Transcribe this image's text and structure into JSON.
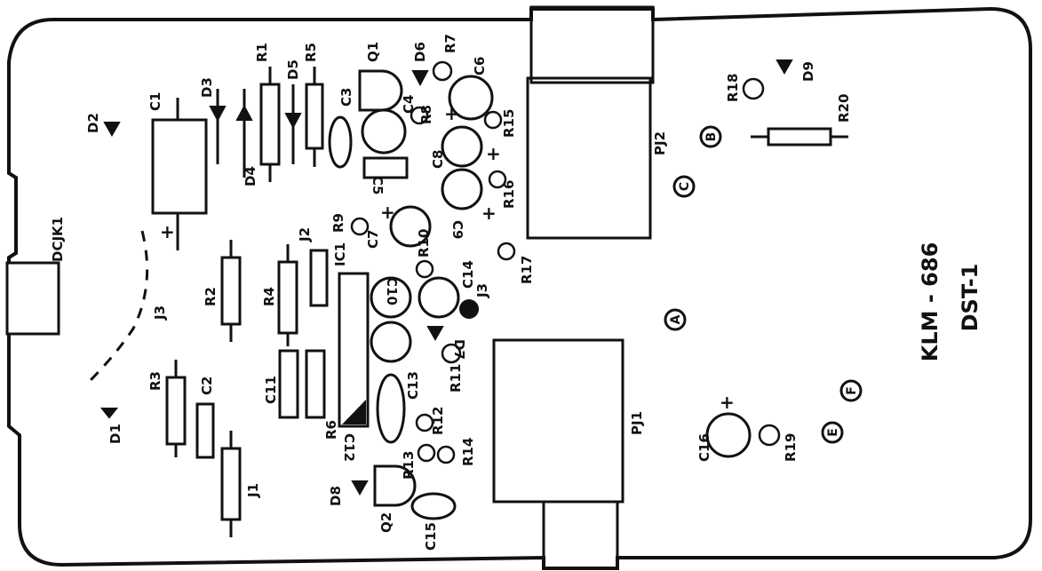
{
  "board": {
    "title_model": "KLM - 686",
    "title_sub": "DST-1"
  },
  "labels": {
    "DCJK1": "DCJK1",
    "D1": "D1",
    "D2": "D2",
    "D3": "D3",
    "D4": "D4",
    "D5": "D5",
    "D6": "D6",
    "D7": "D7",
    "D8": "D8",
    "D9": "D9",
    "C1": "C1",
    "C2": "C2",
    "C3": "C3",
    "C4": "C4",
    "C5": "C5",
    "C6": "C6",
    "C7": "C7",
    "C8": "C8",
    "C9": "C9",
    "C10": "C10",
    "C11": "C11",
    "C12": "C12",
    "C13": "C13",
    "C14": "C14",
    "C15": "C15",
    "C16": "C16",
    "R1": "R1",
    "R2": "R2",
    "R3": "R3",
    "R4": "R4",
    "R5": "R5",
    "R6": "R6",
    "R7": "R7",
    "R8": "R8",
    "R9": "R9",
    "R10": "R10",
    "R11": "R11",
    "R12": "R12",
    "R13": "R13",
    "R14": "R14",
    "R15": "R15",
    "R16": "R16",
    "R17": "R17",
    "R18": "R18",
    "R19": "R19",
    "R20": "R20",
    "Q1": "Q1",
    "Q2": "Q2",
    "J1": "J1",
    "J2": "J2",
    "J3a": "J3",
    "J3b": "J3",
    "IC1": "IC1",
    "PJ1": "PJ1",
    "PJ2": "PJ2"
  },
  "test_points": {
    "A": "A",
    "B": "B",
    "C": "C",
    "E": "E",
    "F": "F"
  },
  "polarity_mark": "+"
}
